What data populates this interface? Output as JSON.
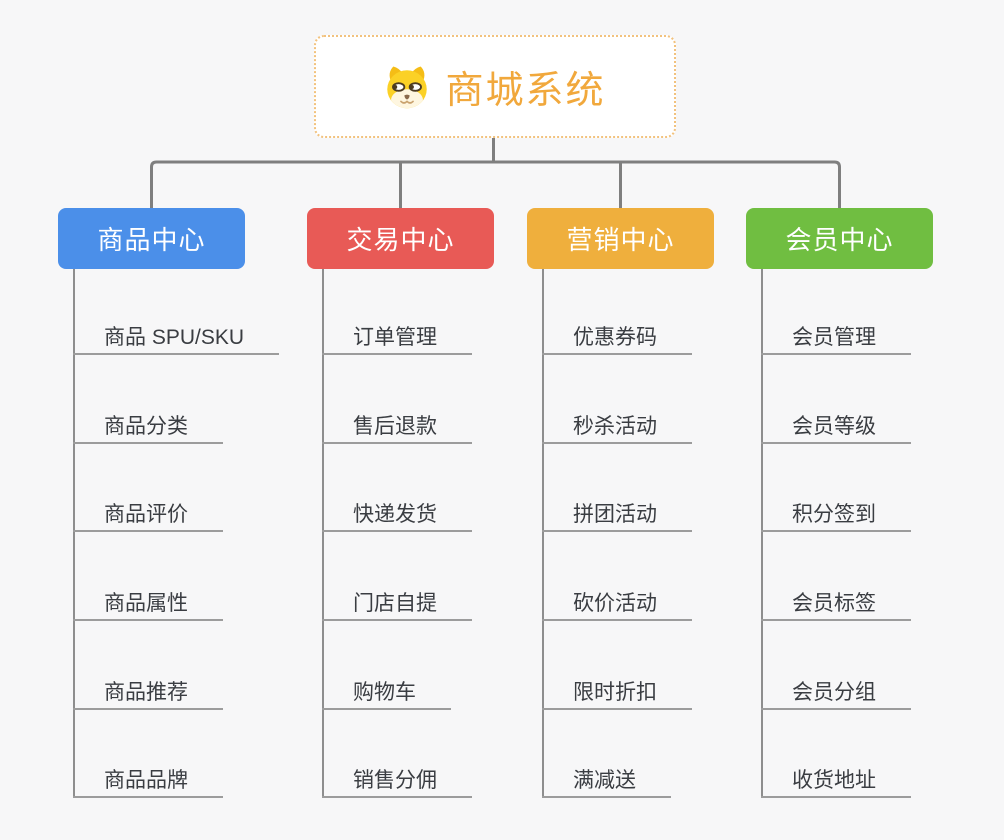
{
  "page": {
    "background": "#f7f7f8"
  },
  "root": {
    "title": "商城系统",
    "icon": "dog-face-icon",
    "title_color": "#f1a83c",
    "border_color": "#f2c27e"
  },
  "branches": [
    {
      "label": "商品中心",
      "color": "#4b8fe9",
      "children": [
        "商品 SPU/SKU",
        "商品分类",
        "商品评价",
        "商品属性",
        "商品推荐",
        "商品品牌"
      ]
    },
    {
      "label": "交易中心",
      "color": "#e85a56",
      "children": [
        "订单管理",
        "售后退款",
        "快递发货",
        "门店自提",
        "购物车",
        "销售分佣"
      ]
    },
    {
      "label": "营销中心",
      "color": "#efaf3d",
      "children": [
        "优惠券码",
        "秒杀活动",
        "拼团活动",
        "砍价活动",
        "限时折扣",
        "满减送"
      ]
    },
    {
      "label": "会员中心",
      "color": "#70be41",
      "children": [
        "会员管理",
        "会员等级",
        "积分签到",
        "会员标签",
        "会员分组",
        "收货地址"
      ]
    }
  ],
  "lines": {
    "connector_color": "#7f7f7f",
    "trunk_color": "#8e8e8e",
    "underline_color": "#9c9c9c",
    "leaf_text_color": "#3a3d42"
  }
}
